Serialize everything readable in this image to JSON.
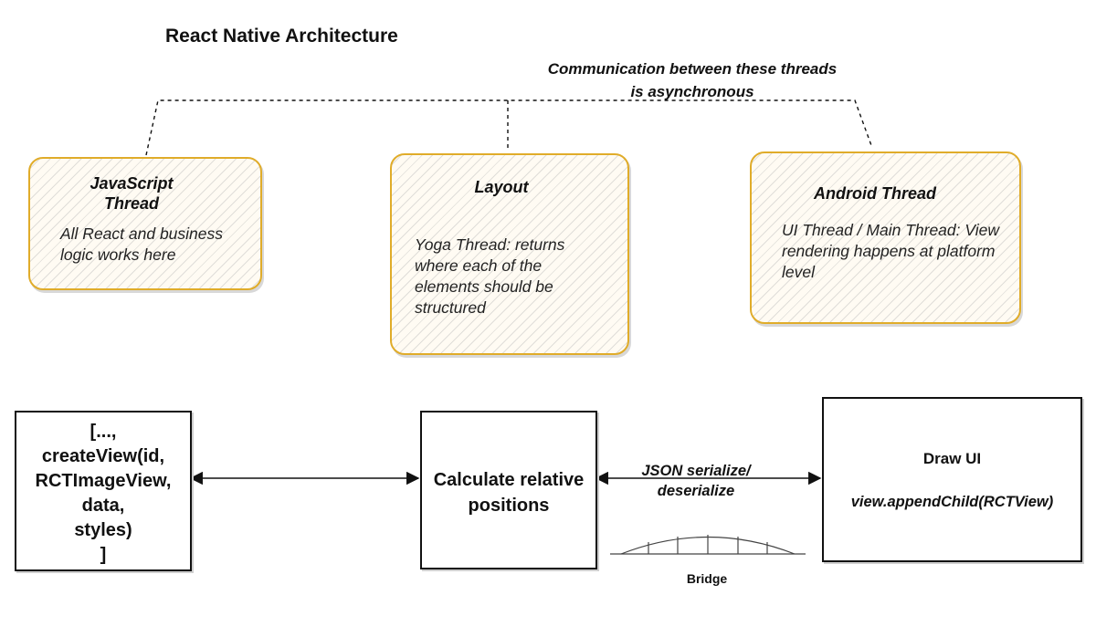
{
  "title": "React Native Architecture",
  "async_note": "Communication between these threads is asynchronous",
  "threads": {
    "js": {
      "title": "JavaScript Thread",
      "description": "All React and business logic works here"
    },
    "layout": {
      "title": "Layout",
      "description": "Yoga Thread: returns where each of the elements should be structured"
    },
    "android": {
      "title": "Android Thread",
      "description": "UI Thread / Main Thread: View rendering happens at platform level"
    }
  },
  "flow": {
    "create_view": {
      "lines": [
        "[...,",
        "createView(id,",
        "RCTImageView,",
        "data,",
        "styles)",
        "]"
      ]
    },
    "calculate": {
      "label": "Calculate relative positions"
    },
    "draw": {
      "title": "Draw UI",
      "code": "view.appendChild(RCTView)"
    },
    "json_label": "JSON serialize/ deserialize",
    "bridge_label": "Bridge"
  },
  "colors": {
    "thread_border": "#e0ac2a",
    "hatch": "#b9b9b9",
    "line": "#111111"
  }
}
